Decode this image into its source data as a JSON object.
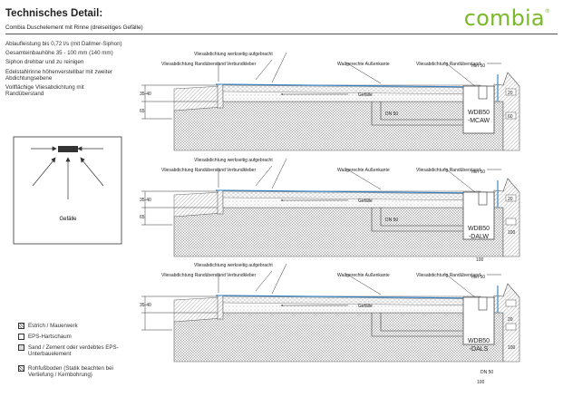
{
  "header": {
    "title": "Technisches Detail:",
    "subtitle": "Combia Duschelement mit Rinne (dreiseitiges Gefälle)",
    "logo": "combia",
    "logo_mark": "®"
  },
  "features": [
    "Ablaufleistung bis 0,72 l/s (mit Dallmer-Siphon)",
    "Gesamteinbauhöhe 35 - 100 mm (140 mm)",
    "Siphon drehbar und zu reinigen",
    "Edelstahlrinne höhenverstellbar mit zweiter Abdichtungsebene",
    "Vollflächige Vliesabdichtung mit Randüberstand"
  ],
  "plan": {
    "label": "Gefälle"
  },
  "legend": [
    "Estrich / Mauerwerk",
    "EPS-Hartschaum",
    "Sand / Zement oder verdebtes EPS-Unterbauelement",
    "Rohfußboden (Statik beachten bei Vertiefung / Kernbohrung)"
  ],
  "labels": {
    "vlies_left": "Vliesabdichtung Randüberstand",
    "verbund": "Verbundkleber",
    "vlies_top": "Vliesabdichtung werkseitig aufgebracht",
    "waage": "Waagerechte Außenkante",
    "vlies_right": "Vliesabdichtung Randüberstand",
    "gefaelle": "Gefälle",
    "min50": "min 50",
    "dn50": "DN 50",
    "dim_35_40": "35-40",
    "dim_65": "65",
    "dim_20": "20",
    "dim_60": "60",
    "dim_100": "100"
  },
  "sections": [
    {
      "model": [
        "WDB50",
        "-MCAW"
      ]
    },
    {
      "model": [
        "WDB50",
        "-DALW"
      ]
    },
    {
      "model": [
        "WDB50",
        "-DALS"
      ]
    }
  ]
}
